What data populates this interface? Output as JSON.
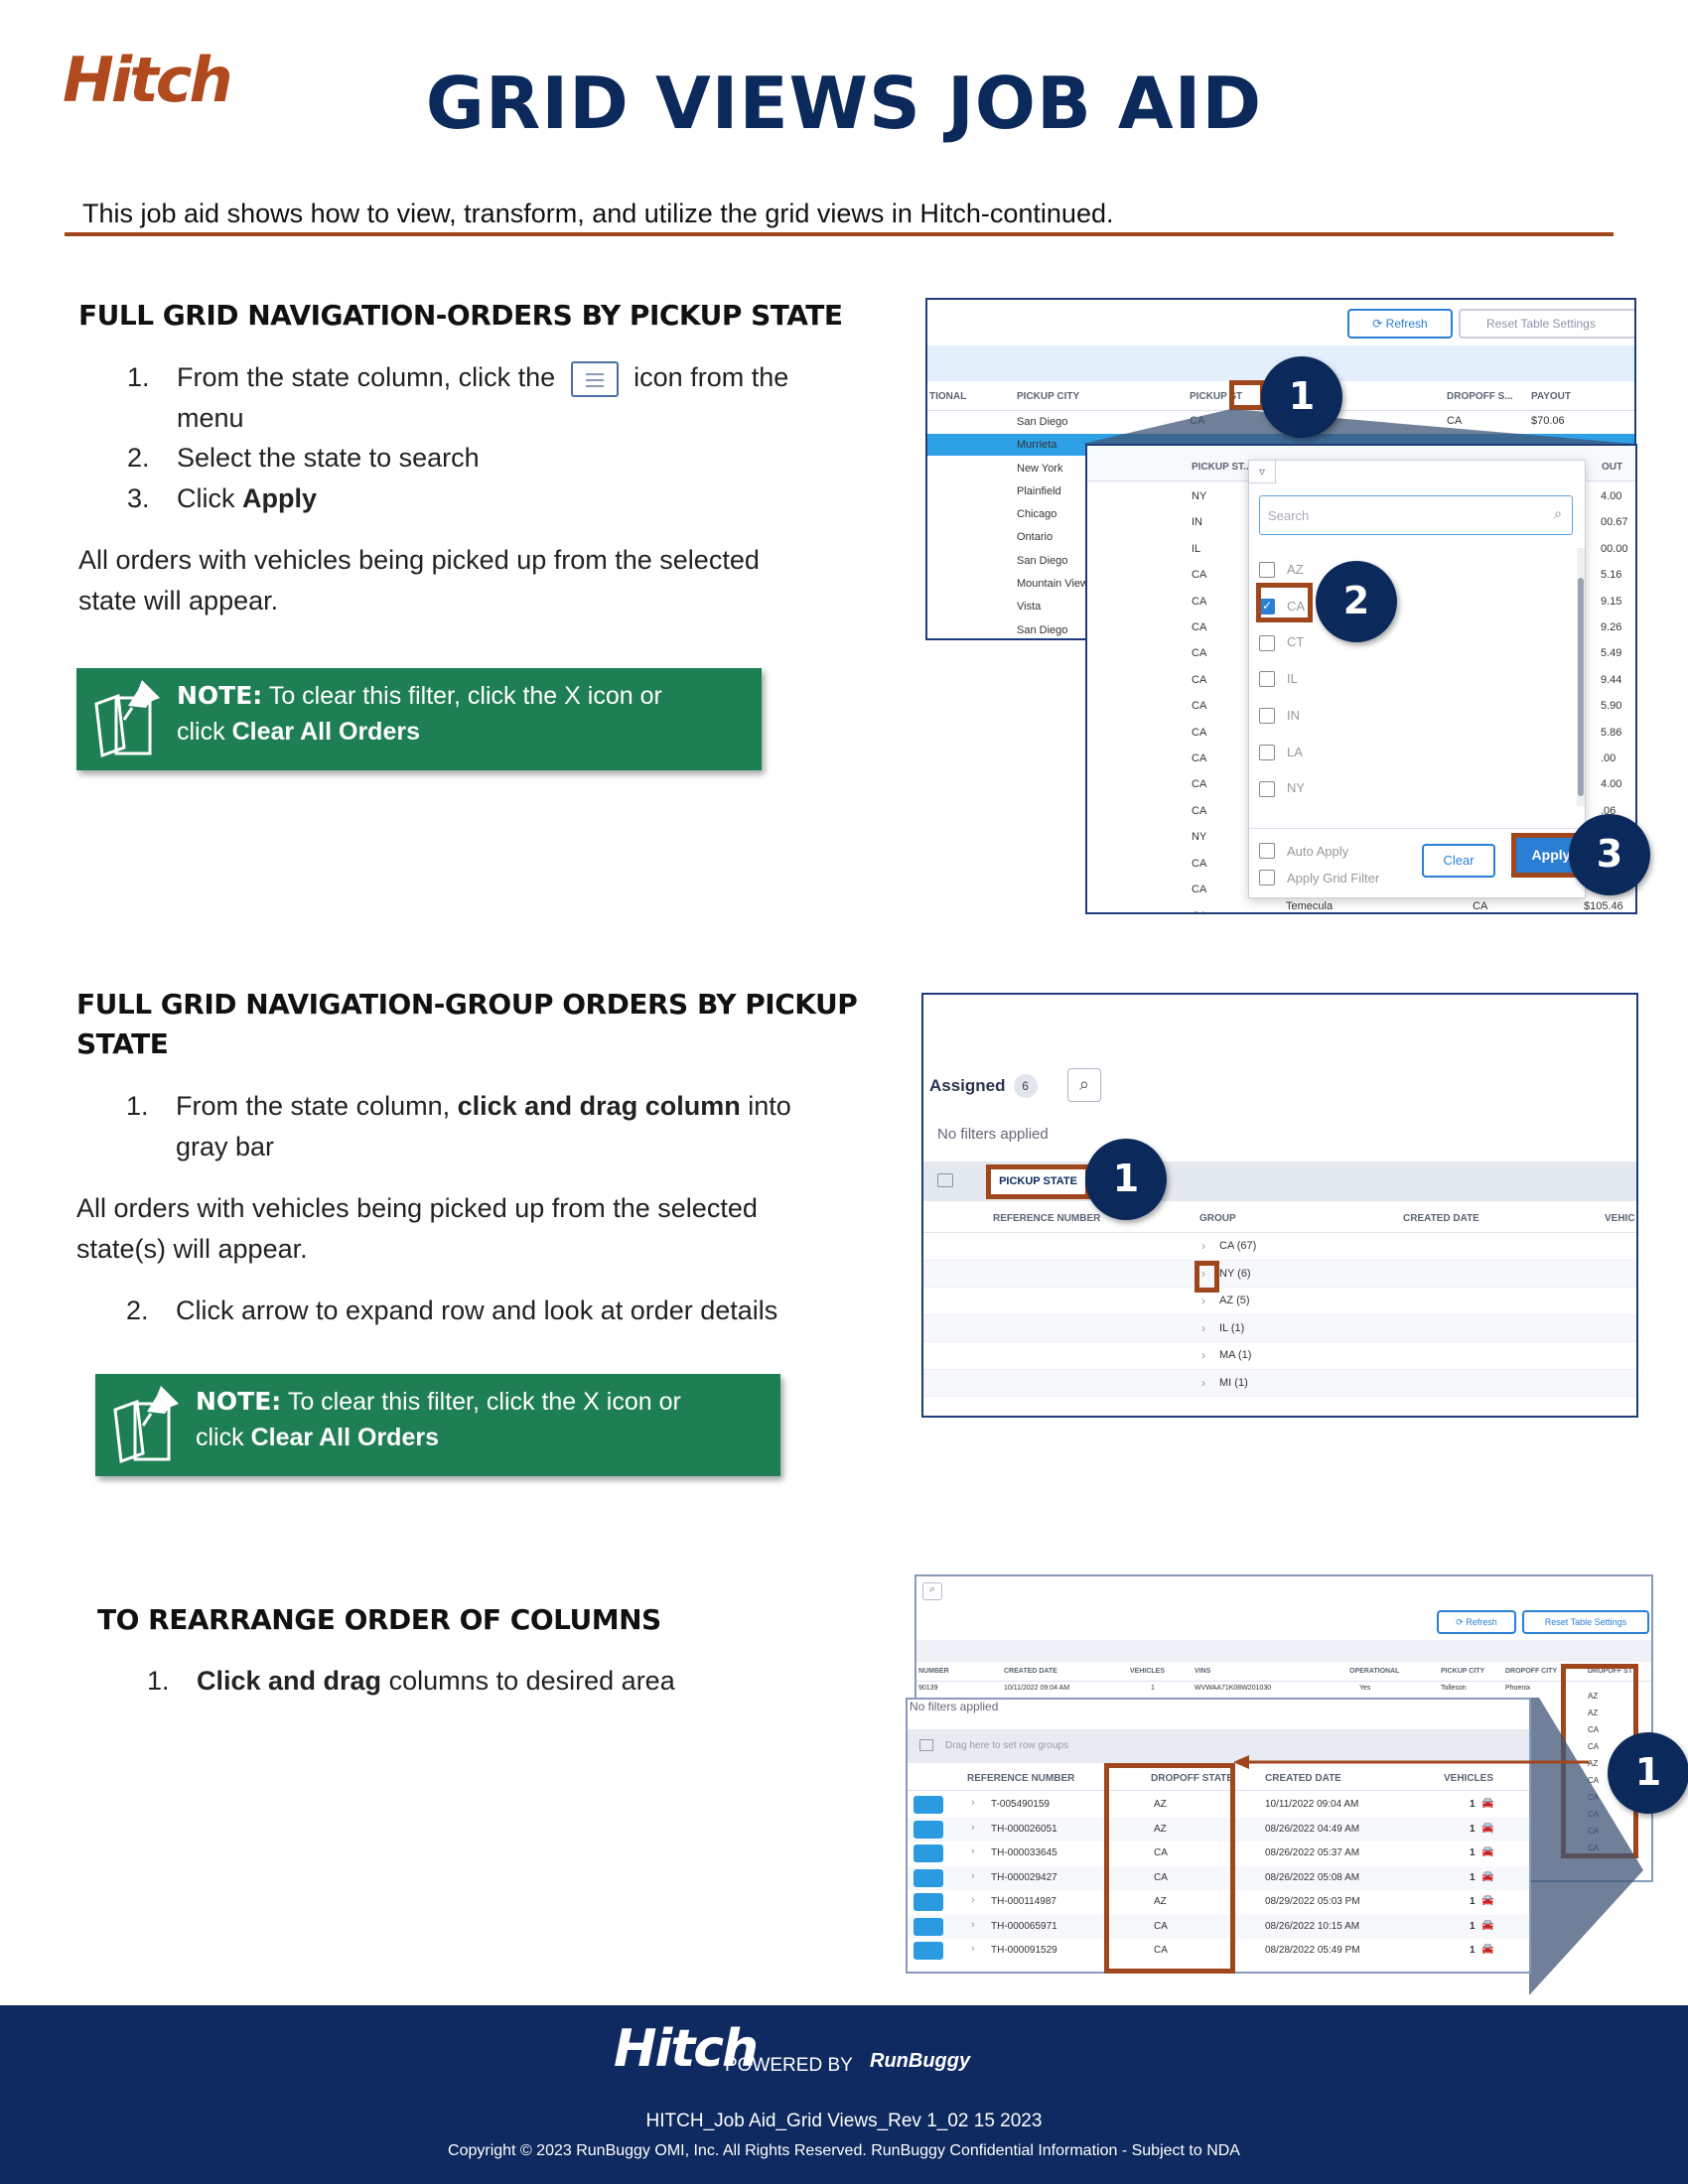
{
  "brand": {
    "logo_text": "Hitch"
  },
  "header": {
    "title": "GRID VIEWS JOB AID",
    "intro": "This job aid shows how to view, transform, and utilize the grid views in Hitch-continued."
  },
  "section1": {
    "heading": "FULL GRID NAVIGATION-ORDERS BY PICKUP STATE",
    "step1_before": "From the state column, click the",
    "step1_after": "icon from the",
    "step1_cont": "menu",
    "step2": "Select the state to search",
    "step3_prefix": "Click",
    "step3_bold": "Apply",
    "result_line1": "All orders with vehicles being picked up from the selected",
    "result_line2": "state will appear.",
    "note_label": "NOTE:",
    "note_text": "To clear this filter, click the X   icon or",
    "note_click": "click",
    "note_bold": "Clear All Orders"
  },
  "section2": {
    "heading_line1": "FULL GRID NAVIGATION-GROUP ORDERS BY PICKUP",
    "heading_line2": "STATE",
    "step1_prefix": "From the state column,",
    "step1_bold": "click and drag column",
    "step1_suffix": "into",
    "step1_cont": "gray bar",
    "result_line1": "All orders with vehicles being picked up from the selected",
    "result_line2": "state(s) will appear.",
    "step2": "Click arrow to expand row and look at order details",
    "note_label": "NOTE:",
    "note_text": "To clear this filter, click the X   icon or",
    "note_click": "click",
    "note_bold": "Clear All Orders"
  },
  "section3": {
    "heading": "TO REARRANGE ORDER OF COLUMNS",
    "step1_bold": "Click and drag",
    "step1_suffix": "columns to desired area"
  },
  "shot1": {
    "refresh": "Refresh",
    "reset": "Reset Table Settings",
    "headers": [
      "TIONAL",
      "PICKUP CITY",
      "PICKUP ST",
      "DROPOFF S...",
      "PAYOUT"
    ],
    "cities": [
      "San Diego",
      "Murrieta",
      "New York",
      "Plainfield",
      "Chicago",
      "Ontario",
      "San Diego",
      "Mountain View",
      "Vista",
      "San Diego"
    ],
    "first_state": "CA",
    "first_dropoff": "CA",
    "first_payout": "$70.06",
    "popup_header": "PICKUP ST...",
    "popup_states": [
      "NY",
      "IN",
      "IL",
      "CA",
      "CA",
      "CA",
      "CA",
      "CA",
      "CA",
      "CA",
      "CA",
      "CA",
      "CA",
      "NY",
      "CA",
      "CA",
      "CA"
    ],
    "payouts": [
      "4.00",
      "00.67",
      "00.00",
      "5.16",
      "9.15",
      "9.26",
      "5.49",
      "9.44",
      "5.90",
      "5.86",
      ".00",
      "4.00",
      ".06"
    ],
    "out_label": "OUT",
    "search_placeholder": "Search",
    "options": [
      "AZ",
      "CA",
      "CT",
      "IL",
      "IN",
      "LA",
      "NY"
    ],
    "auto_apply": "Auto Apply",
    "apply_grid": "Apply Grid Filter",
    "clear": "Clear",
    "apply": "Apply",
    "bottom_city": "Temecula",
    "bottom_state": "CA",
    "bottom_payout": "$105.46",
    "badges": [
      "1",
      "2",
      "3"
    ]
  },
  "shot2": {
    "assigned": "Assigned",
    "count": "6",
    "filters": "No filters applied",
    "chip": "PICKUP STATE",
    "headers": [
      "REFERENCE NUMBER",
      "GROUP",
      "CREATED DATE",
      "VEHIC"
    ],
    "groups": [
      {
        "state": "CA",
        "count": "(67)"
      },
      {
        "state": "NY",
        "count": "(6)"
      },
      {
        "state": "AZ",
        "count": "(5)"
      },
      {
        "state": "IL",
        "count": "(1)"
      },
      {
        "state": "MA",
        "count": "(1)"
      },
      {
        "state": "MI",
        "count": "(1)"
      }
    ],
    "badge": "1"
  },
  "shot3": {
    "refresh": "Refresh",
    "reset": "Reset Table Settings",
    "back_headers": [
      "NUMBER",
      "CREATED DATE",
      "VEHICLES",
      "VINS",
      "OPERATIONAL",
      "PICKUP CITY",
      "DROPOFF CITY",
      "DROPOFF ST"
    ],
    "back_row": [
      "90139",
      "10/11/2022 09:04 AM",
      "1",
      "WVWAA71K08W201030",
      "Yes",
      "Tolleson",
      "Phoenix"
    ],
    "back_states": [
      "AZ",
      "AZ",
      "CA",
      "CA",
      "AZ",
      "CA",
      "CA",
      "CA",
      "CA",
      "CA"
    ],
    "filters": "No filters applied",
    "drag_here": "Drag here to set row groups",
    "headers": [
      "REFERENCE NUMBER",
      "DROPOFF STATE",
      "CREATED DATE",
      "VEHICLES"
    ],
    "rows": [
      {
        "ref": "T-005490159",
        "state": "AZ",
        "date": "10/11/2022 09:04 AM",
        "veh": "1"
      },
      {
        "ref": "TH-000026051",
        "state": "AZ",
        "date": "08/26/2022 04:49 AM",
        "veh": "1"
      },
      {
        "ref": "TH-000033645",
        "state": "CA",
        "date": "08/26/2022 05:37 AM",
        "veh": "1"
      },
      {
        "ref": "TH-000029427",
        "state": "CA",
        "date": "08/26/2022 05:08 AM",
        "veh": "1"
      },
      {
        "ref": "TH-000114987",
        "state": "AZ",
        "date": "08/29/2022 05:03 PM",
        "veh": "1"
      },
      {
        "ref": "TH-000065971",
        "state": "CA",
        "date": "08/26/2022 10:15 AM",
        "veh": "1"
      },
      {
        "ref": "TH-000091529",
        "state": "CA",
        "date": "08/28/2022 05:49 PM",
        "veh": "1"
      }
    ],
    "badge": "1"
  },
  "footer": {
    "logo": "Hitch",
    "powered_by": "POWERED BY",
    "runbuggy": "RunBuggy",
    "doc_id": "HITCH_Job Aid_Grid Views_Rev 1_02 15 2023",
    "copyright": "Copyright © 2023 RunBuggy OMI, Inc. All Rights Reserved. RunBuggy Confidential Information - Subject to NDA"
  },
  "colors": {
    "navy": "#0b2a5b",
    "rust": "#a0461c",
    "note_green": "#1f7f54",
    "accent_blue": "#2a7fd4"
  }
}
